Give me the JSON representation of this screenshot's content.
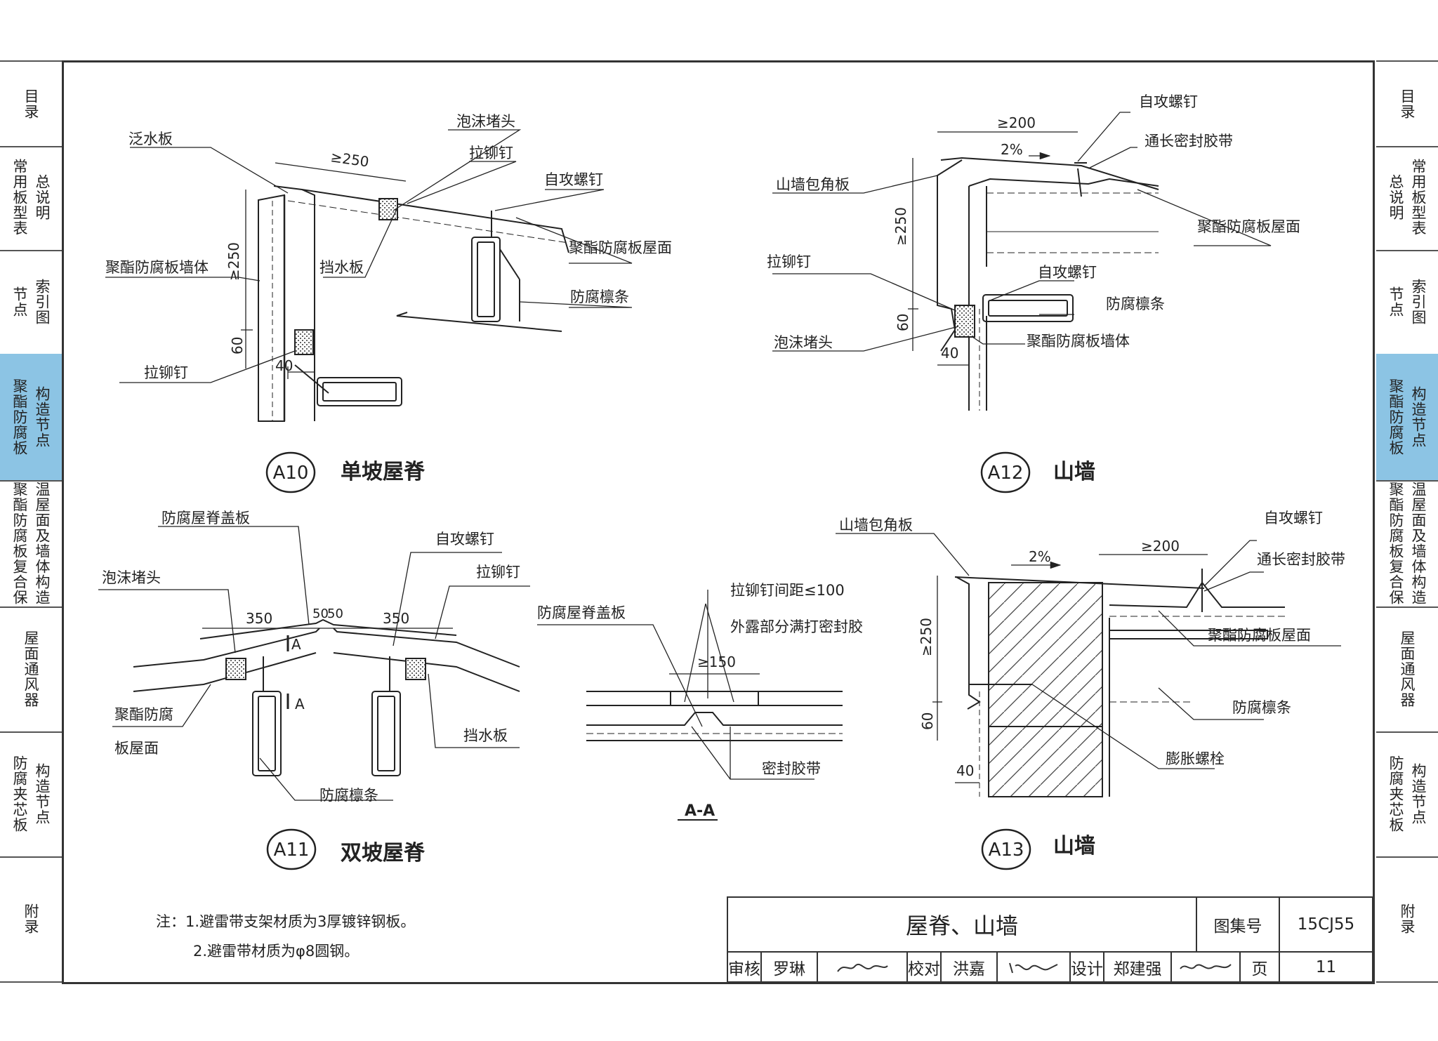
{
  "sidebar_left": [
    {
      "cols": [
        "目录"
      ]
    },
    {
      "cols": [
        "常用板型表",
        "总说明"
      ]
    },
    {
      "cols": [
        "节点",
        "索引图"
      ]
    },
    {
      "cols": [
        "聚酯防腐板",
        "构造节点"
      ],
      "active": true
    },
    {
      "cols": [
        "聚酯防腐板复合保",
        "温屋面及墙体构造"
      ]
    },
    {
      "cols": [
        "屋面通风器"
      ]
    },
    {
      "cols": [
        "防腐夹芯板",
        "构造节点"
      ]
    },
    {
      "cols": [
        "附录"
      ]
    }
  ],
  "sidebar_right": [
    {
      "cols": [
        "目录"
      ]
    },
    {
      "cols": [
        "总说明",
        "常用板型表"
      ]
    },
    {
      "cols": [
        "节点",
        "索引图"
      ]
    },
    {
      "cols": [
        "聚酯防腐板",
        "构造节点"
      ],
      "active": true
    },
    {
      "cols": [
        "聚酯防腐板复合保",
        "温屋面及墙体构造"
      ]
    },
    {
      "cols": [
        "屋面通风器"
      ]
    },
    {
      "cols": [
        "防腐夹芯板",
        "构造节点"
      ]
    },
    {
      "cols": [
        "附录"
      ]
    }
  ],
  "details": {
    "a10": {
      "code": "A10",
      "title": "单坡屋脊"
    },
    "a11": {
      "code": "A11",
      "title": "双坡屋脊"
    },
    "a12": {
      "code": "A12",
      "title": "山墙"
    },
    "a13": {
      "code": "A13",
      "title": "山墙"
    },
    "section": "A-A"
  },
  "labels": {
    "a10": {
      "flashing": "泛水板",
      "foam_plug": "泡沫堵头",
      "rivet_top": "拉铆钉",
      "screw": "自攻螺钉",
      "wall": "聚酯防腐板墙体",
      "roof": "聚酯防腐板屋面",
      "water_stop": "挡水板",
      "purlin": "防腐檩条",
      "rivet_bottom": "拉铆钉",
      "dim_250h": "≥250",
      "dim_250v": "≥250",
      "dim_60": "60",
      "dim_40": "40"
    },
    "a12": {
      "screw_top": "自攻螺钉",
      "dim_200": "≥200",
      "slope": "2%",
      "tape": "通长密封胶带",
      "corner": "山墙包角板",
      "roof": "聚酯防腐板屋面",
      "dim_250v": "≥250",
      "rivet": "拉铆钉",
      "screw_mid": "自攻螺钉",
      "purlin": "防腐檩条",
      "dim_60": "60",
      "foam": "泡沫堵头",
      "wall": "聚酯防腐板墙体",
      "dim_40": "40"
    },
    "a11": {
      "ridge_cap": "防腐屋脊盖板",
      "screw": "自攻螺钉",
      "foam": "泡沫堵头",
      "rivet": "拉铆钉",
      "d350a": "350",
      "d50a": "50",
      "d50b": "50",
      "d350b": "350",
      "sec_a": "A",
      "sec_b": "A",
      "roof1": "聚酯防腐",
      "roof2": "板屋面",
      "water_stop": "挡水板",
      "purlin": "防腐檩条"
    },
    "aa": {
      "rivet_spacing": "拉铆钉间距≤100",
      "ridge_cap": "防腐屋脊盖板",
      "exposed": "外露部分满打密封胶",
      "d150": "≥150",
      "tape": "密封胶带"
    },
    "a13": {
      "corner": "山墙包角板",
      "screw": "自攻螺钉",
      "slope": "2%",
      "dim_200": "≥200",
      "tape": "通长密封胶带",
      "dim_250v": "≥250",
      "roof": "聚酯防腐板屋面",
      "purlin": "防腐檩条",
      "dim_60": "60",
      "bolt": "膨胀螺栓",
      "dim_40": "40"
    }
  },
  "notes": [
    "注：1.避雷带支架材质为3厚镀锌钢板。",
    "2.避雷带材质为φ8圆钢。"
  ],
  "title_block": {
    "title": "屋脊、山墙",
    "atlas_label": "图集号",
    "atlas_no": "15CJ55",
    "review_label": "审核",
    "review_name": "罗琳",
    "check_label": "校对",
    "check_name": "洪嘉",
    "design_label": "设计",
    "design_name": "郑建强",
    "page_label": "页",
    "page_no": "11"
  }
}
